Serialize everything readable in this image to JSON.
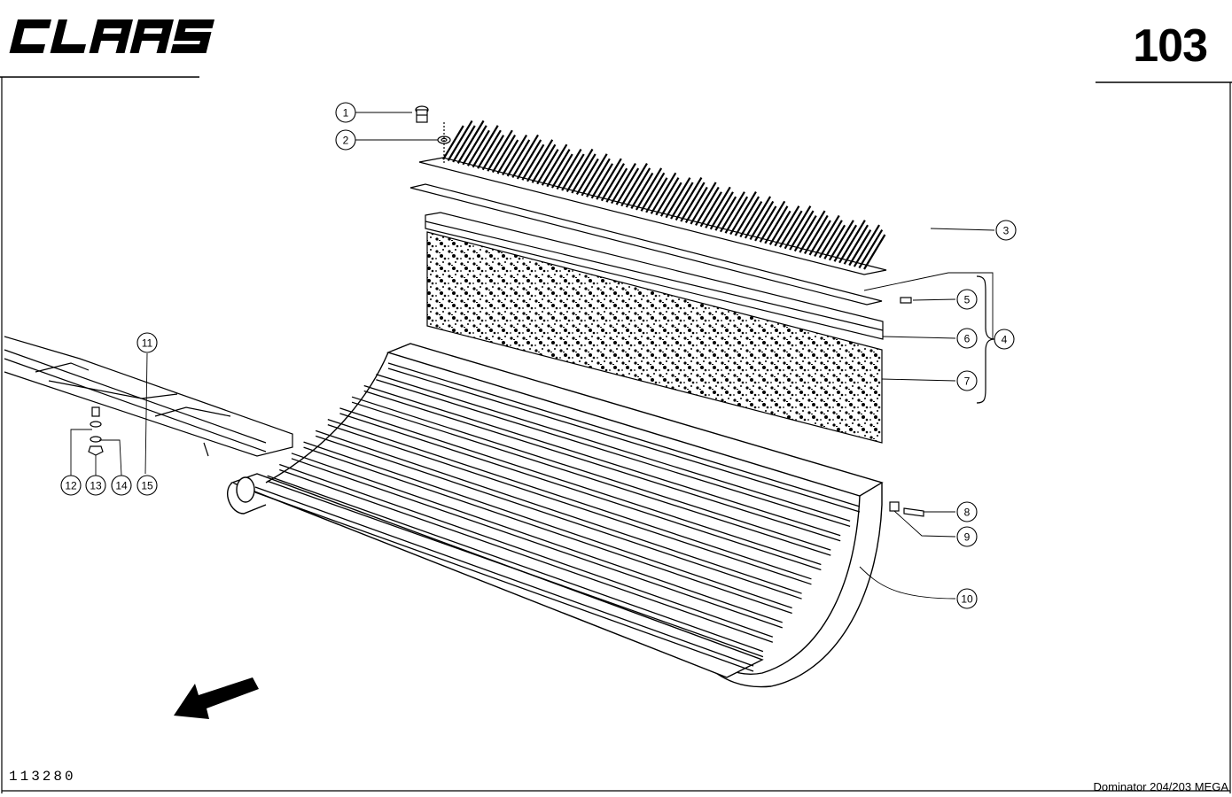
{
  "header": {
    "brand": "CLAAS",
    "page_number": "103"
  },
  "footer": {
    "drawing_number": "113280",
    "model": "Dominator 204/203 MEGA"
  },
  "callouts": [
    {
      "label": "1"
    },
    {
      "label": "2"
    },
    {
      "label": "3"
    },
    {
      "label": "4"
    },
    {
      "label": "5"
    },
    {
      "label": "6"
    },
    {
      "label": "7"
    },
    {
      "label": "8"
    },
    {
      "label": "9"
    },
    {
      "label": "10"
    },
    {
      "label": "11"
    },
    {
      "label": "12"
    },
    {
      "label": "13"
    },
    {
      "label": "14"
    },
    {
      "label": "15"
    }
  ]
}
